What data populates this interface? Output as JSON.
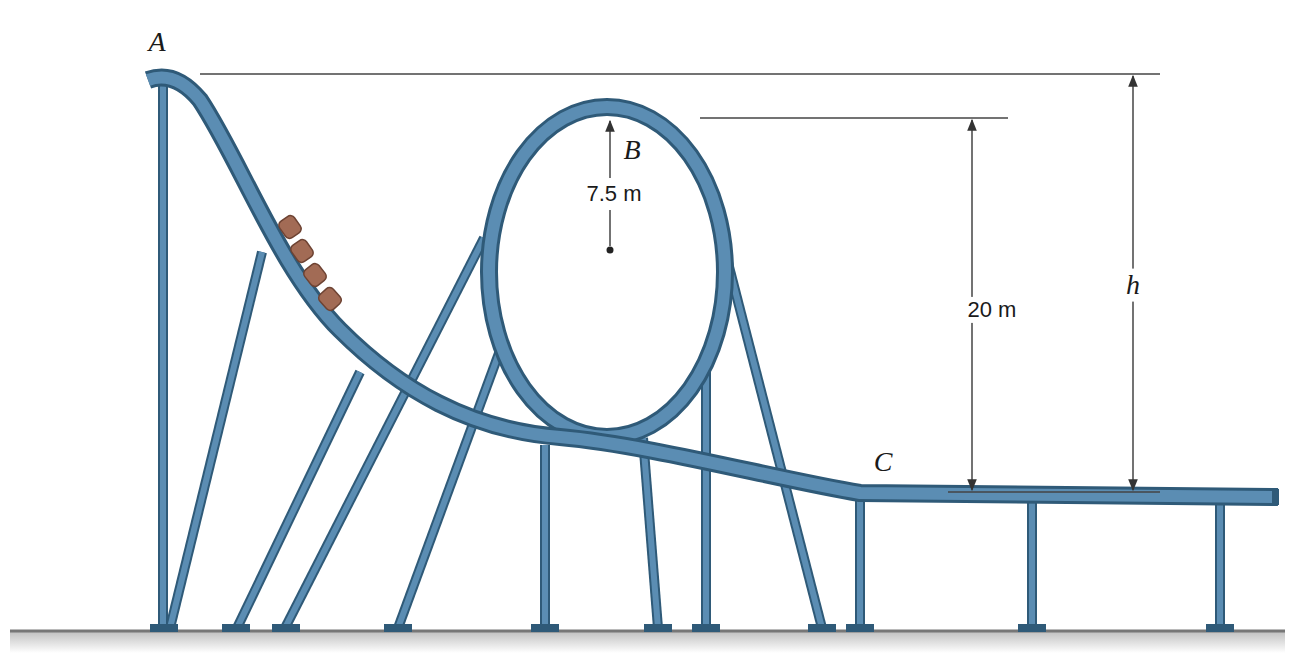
{
  "diagram": {
    "labels": [
      "A",
      "B",
      "7.5 m",
      "20 m",
      "h",
      "C"
    ]
  }
}
